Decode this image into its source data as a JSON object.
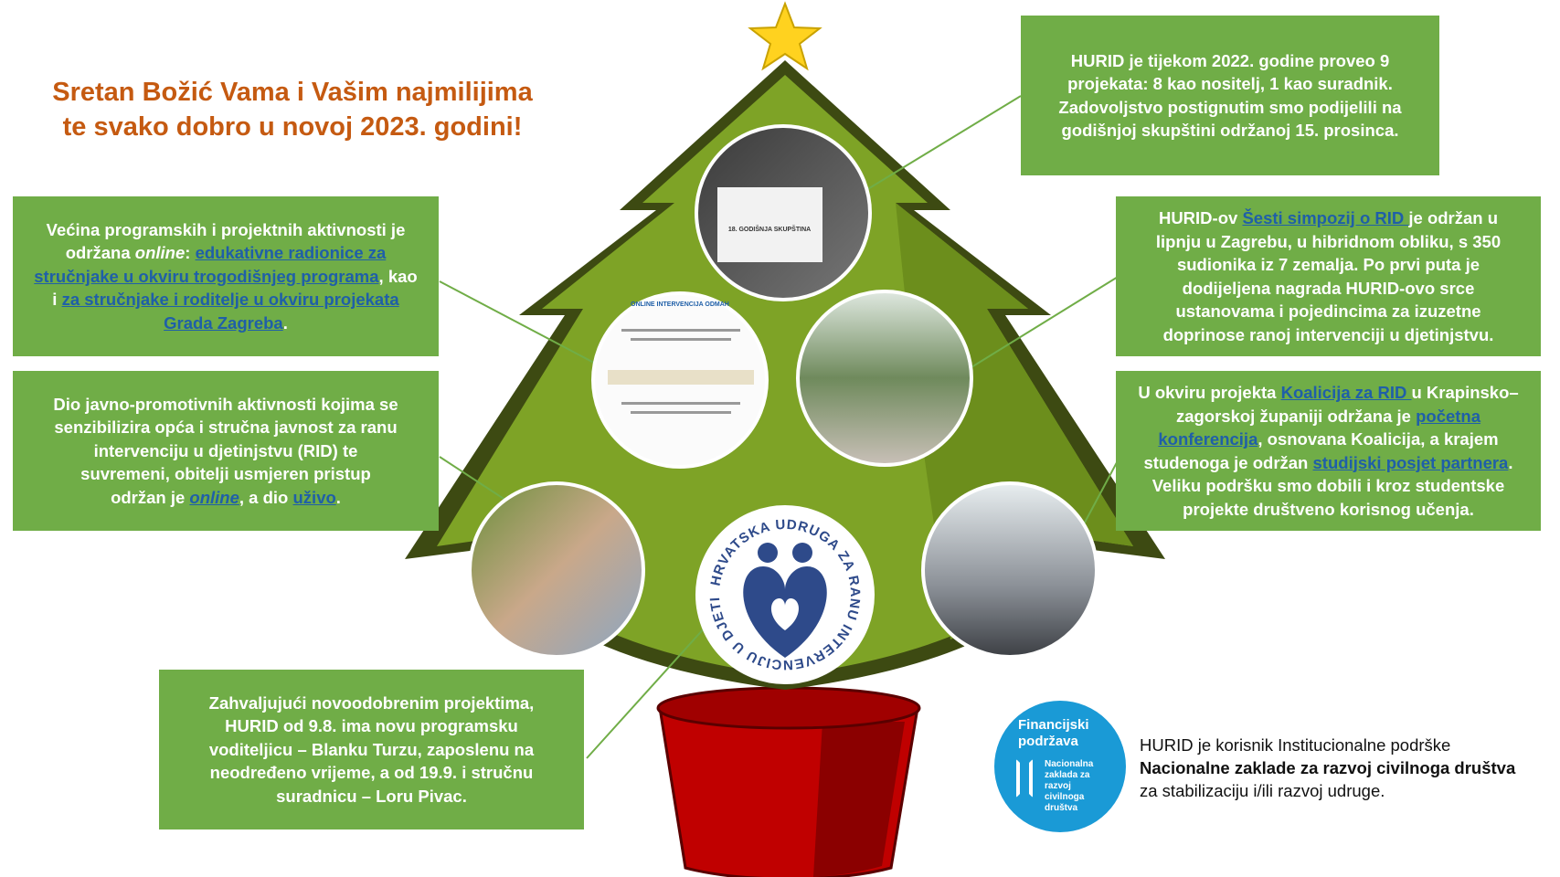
{
  "title": {
    "line1": "Sretan Božić Vama i Vašim najmilijima",
    "line2": "te svako dobro u novoj 2023. godini!"
  },
  "boxes": {
    "top_right": {
      "text": "HURID je tijekom 2022. godine proveo 9 projekata: 8 kao nositelj, 1 kao suradnik. Zadovoljstvo postignutim smo podijelili na godišnjoj skupštini održanoj 15. prosinca."
    },
    "left_1": {
      "t1": "Većina programskih i projektnih aktivnosti je održana ",
      "t_online": "online",
      "t2": ": ",
      "link1": "edukativne radionice za stručnjake u okviru trogodišnjeg programa",
      "t3": ", kao i ",
      "link2": "za stručnjake i roditelje u okviru projekata Grada Zagreba",
      "t4": "."
    },
    "left_2": {
      "t1": "Dio javno-promotivnih aktivnosti kojima se senzibilizira opća i stručna javnost za ranu intervenciju u djetinjstvu (RID) te suvremeni, obitelji usmjeren pristup održan je ",
      "link1": "online",
      "t2": ", a dio ",
      "link2": "uživo",
      "t3": "."
    },
    "right_1": {
      "t1": "HURID-ov ",
      "link1": "Šesti simpozij o RID ",
      "t2": "je održan u lipnju u Zagrebu, u hibridnom obliku, s 350 sudionika iz 7 zemalja. Po prvi puta je dodijeljena nagrada HURID-ovo srce ustanovama i pojedincima za izuzetne doprinose ranoj intervenciji u djetinjstvu."
    },
    "right_2": {
      "t1": "U okviru projekta ",
      "link1": "Koalicija za RID ",
      "t2": "u Krapinsko–zagorskoj županiji održana je ",
      "link2": "početna konferencija",
      "t3": ", osnovana Koalicija, a krajem studenoga je održan ",
      "link3": "studijski posjet partnera",
      "t4": ". Veliku podršku smo dobili i kroz studentske projekte društveno korisnog učenja."
    },
    "bottom": {
      "text": "Zahvaljujući novoodobrenim projektima, HURID od 9.8. ima novu programsku voditeljicu – Blanku Turzu, zaposlenu na neodređeno vrijeme, a od 19.9. i stručnu suradnicu – Loru Pivac."
    }
  },
  "logo": {
    "ring_text": "HRVATSKA UDRUGA ZA RANU INTERVENCIJU U DJETINJSTVU"
  },
  "photos": {
    "assembly_caption": "18. GODIŠNJA SKUPŠTINA",
    "workshop_caption": "ONLINE INTERVENCIJA ODMAH"
  },
  "funding": {
    "logo_title": "Financijski podržava",
    "logo_org": "Nacionalna zaklada za razvoj civilnoga društva",
    "line1": "HURID je korisnik Institucionalne podrške",
    "line2": "Nacionalne zaklade za razvoj civilnoga društva",
    "line3": "za stabilizaciju i/ili razvoj udruge."
  },
  "colors": {
    "box": "#70ad47",
    "link": "#1f5fa8",
    "title": "#c55a11",
    "pot": "#c00000",
    "fund": "#1a9ad6"
  }
}
